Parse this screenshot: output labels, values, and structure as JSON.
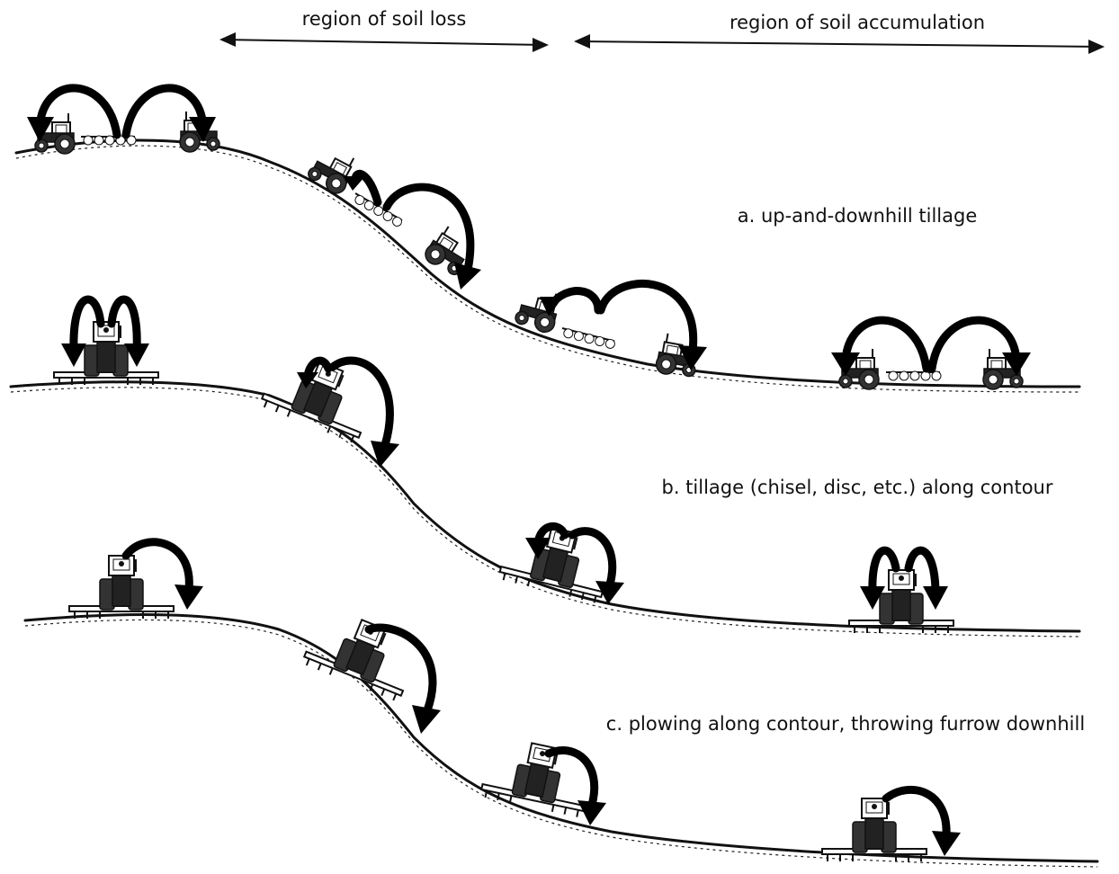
{
  "header": {
    "loss_label": "region of soil loss",
    "accumulation_label": "region of soil accumulation"
  },
  "panels": [
    {
      "id": "a",
      "caption": "a. up-and-downhill tillage"
    },
    {
      "id": "b",
      "caption": "b. tillage (chisel, disc, etc.) along contour"
    },
    {
      "id": "c",
      "caption": "c. plowing along contour, throwing furrow downhill"
    }
  ]
}
